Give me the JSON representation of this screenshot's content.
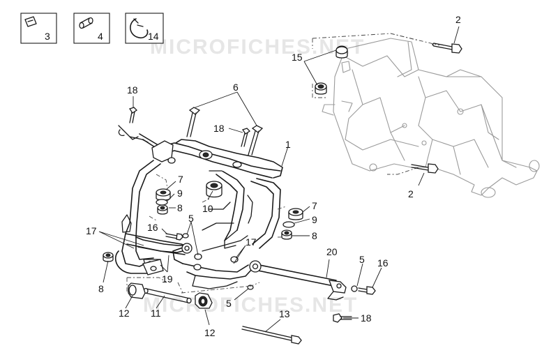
{
  "watermark": {
    "top": "MICROFICHES.NET",
    "bottom": "MICROFICHES.NET"
  },
  "legend_boxes": [
    {
      "number": "3",
      "icon": "clip-icon"
    },
    {
      "number": "4",
      "icon": "bush-icon"
    },
    {
      "number": "14",
      "icon": "clamp-ring-icon"
    }
  ],
  "callouts": [
    "2",
    "15",
    "2",
    "18",
    "6",
    "18",
    "1",
    "7",
    "9",
    "8",
    "10",
    "7",
    "9",
    "8",
    "16",
    "5",
    "17",
    "17",
    "19",
    "20",
    "5",
    "16",
    "8",
    "12",
    "11",
    "5",
    "12",
    "13",
    "18"
  ]
}
